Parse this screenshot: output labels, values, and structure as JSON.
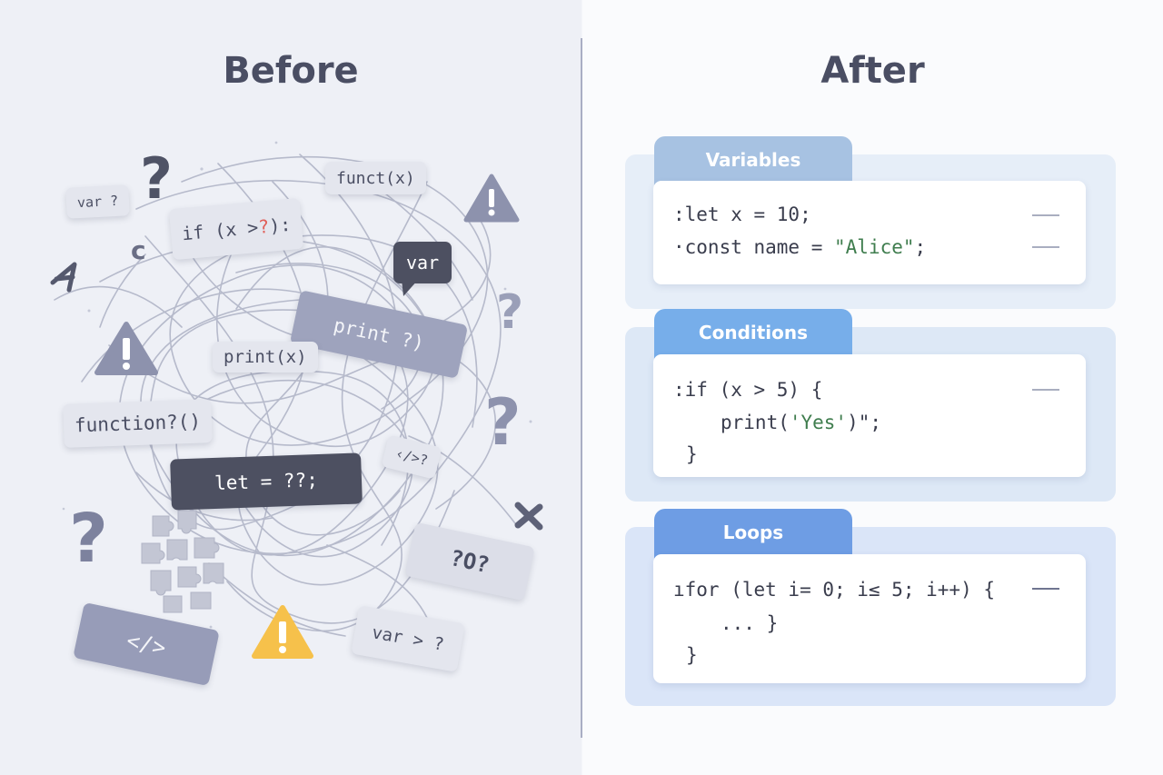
{
  "before": {
    "title": "Before",
    "labels": {
      "var_q": "var ?",
      "funct_x": "funct(x)",
      "if_x_prefix": "if (x > ",
      "if_x_red": "?",
      "if_x_suffix": "):",
      "var_dark": "var",
      "print_q": "print ?)",
      "print_x": "print(x)",
      "function_q": "function?()",
      "slash_tag": "‹/>?",
      "let_q": "let = ??;",
      "code_q": "?O?",
      "code_tag": "</>",
      "var_gt": "var > ?"
    },
    "icons": [
      "question-mark-icon",
      "warning-icon",
      "bracket-tag-icon",
      "puzzle-pieces-icon",
      "cross-icon"
    ],
    "colors": {
      "panel": "#eef0f6",
      "chip_light": "#e4e6ee",
      "chip_mid": "#9ea3bd",
      "chip_dark": "#4d5061",
      "warning_gray": "#8d92ad",
      "warning_yellow": "#f6c14b",
      "red_mark": "#e0605a"
    }
  },
  "after": {
    "title": "After",
    "sections": [
      {
        "name": "Variables",
        "lines": [
          ":let x = 10;",
          "·const name = ",
          "\"Alice\"",
          ";"
        ],
        "tab_color": "#a7c2e2",
        "body_color": "#e6eef8"
      },
      {
        "name": "Conditions",
        "lines": [
          ":if (x > 5) {",
          "print(",
          "'Yes'",
          ")\";",
          "}"
        ],
        "tab_color": "#77aeea",
        "body_color": "#dde8f6"
      },
      {
        "name": "Loops",
        "lines": [
          "ıfor (let i= 0; i≤ 5; i++) {",
          "... }",
          "}"
        ],
        "tab_color": "#6e9de4",
        "body_color": "#dae5f8"
      }
    ]
  }
}
